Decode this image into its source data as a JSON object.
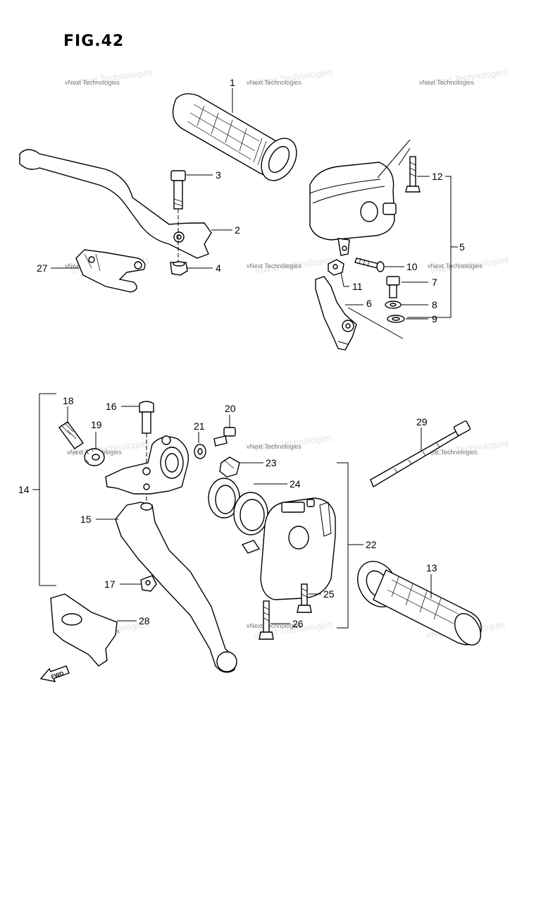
{
  "figure": {
    "title": "FIG.42"
  },
  "watermark": {
    "text": "vNext Technologies"
  },
  "fwd_label": "FWD",
  "callouts": {
    "c1": "1",
    "c2": "2",
    "c3": "3",
    "c4": "4",
    "c5": "5",
    "c6": "6",
    "c7": "7",
    "c8": "8",
    "c9": "9",
    "c10": "10",
    "c11": "11",
    "c12": "12",
    "c13": "13",
    "c14": "14",
    "c15": "15",
    "c16": "16",
    "c17": "17",
    "c18": "18",
    "c19": "19",
    "c20": "20",
    "c21": "21",
    "c22": "22",
    "c23": "23",
    "c24": "24",
    "c25": "25",
    "c26": "26",
    "c27": "27",
    "c28": "28",
    "c29": "29"
  }
}
